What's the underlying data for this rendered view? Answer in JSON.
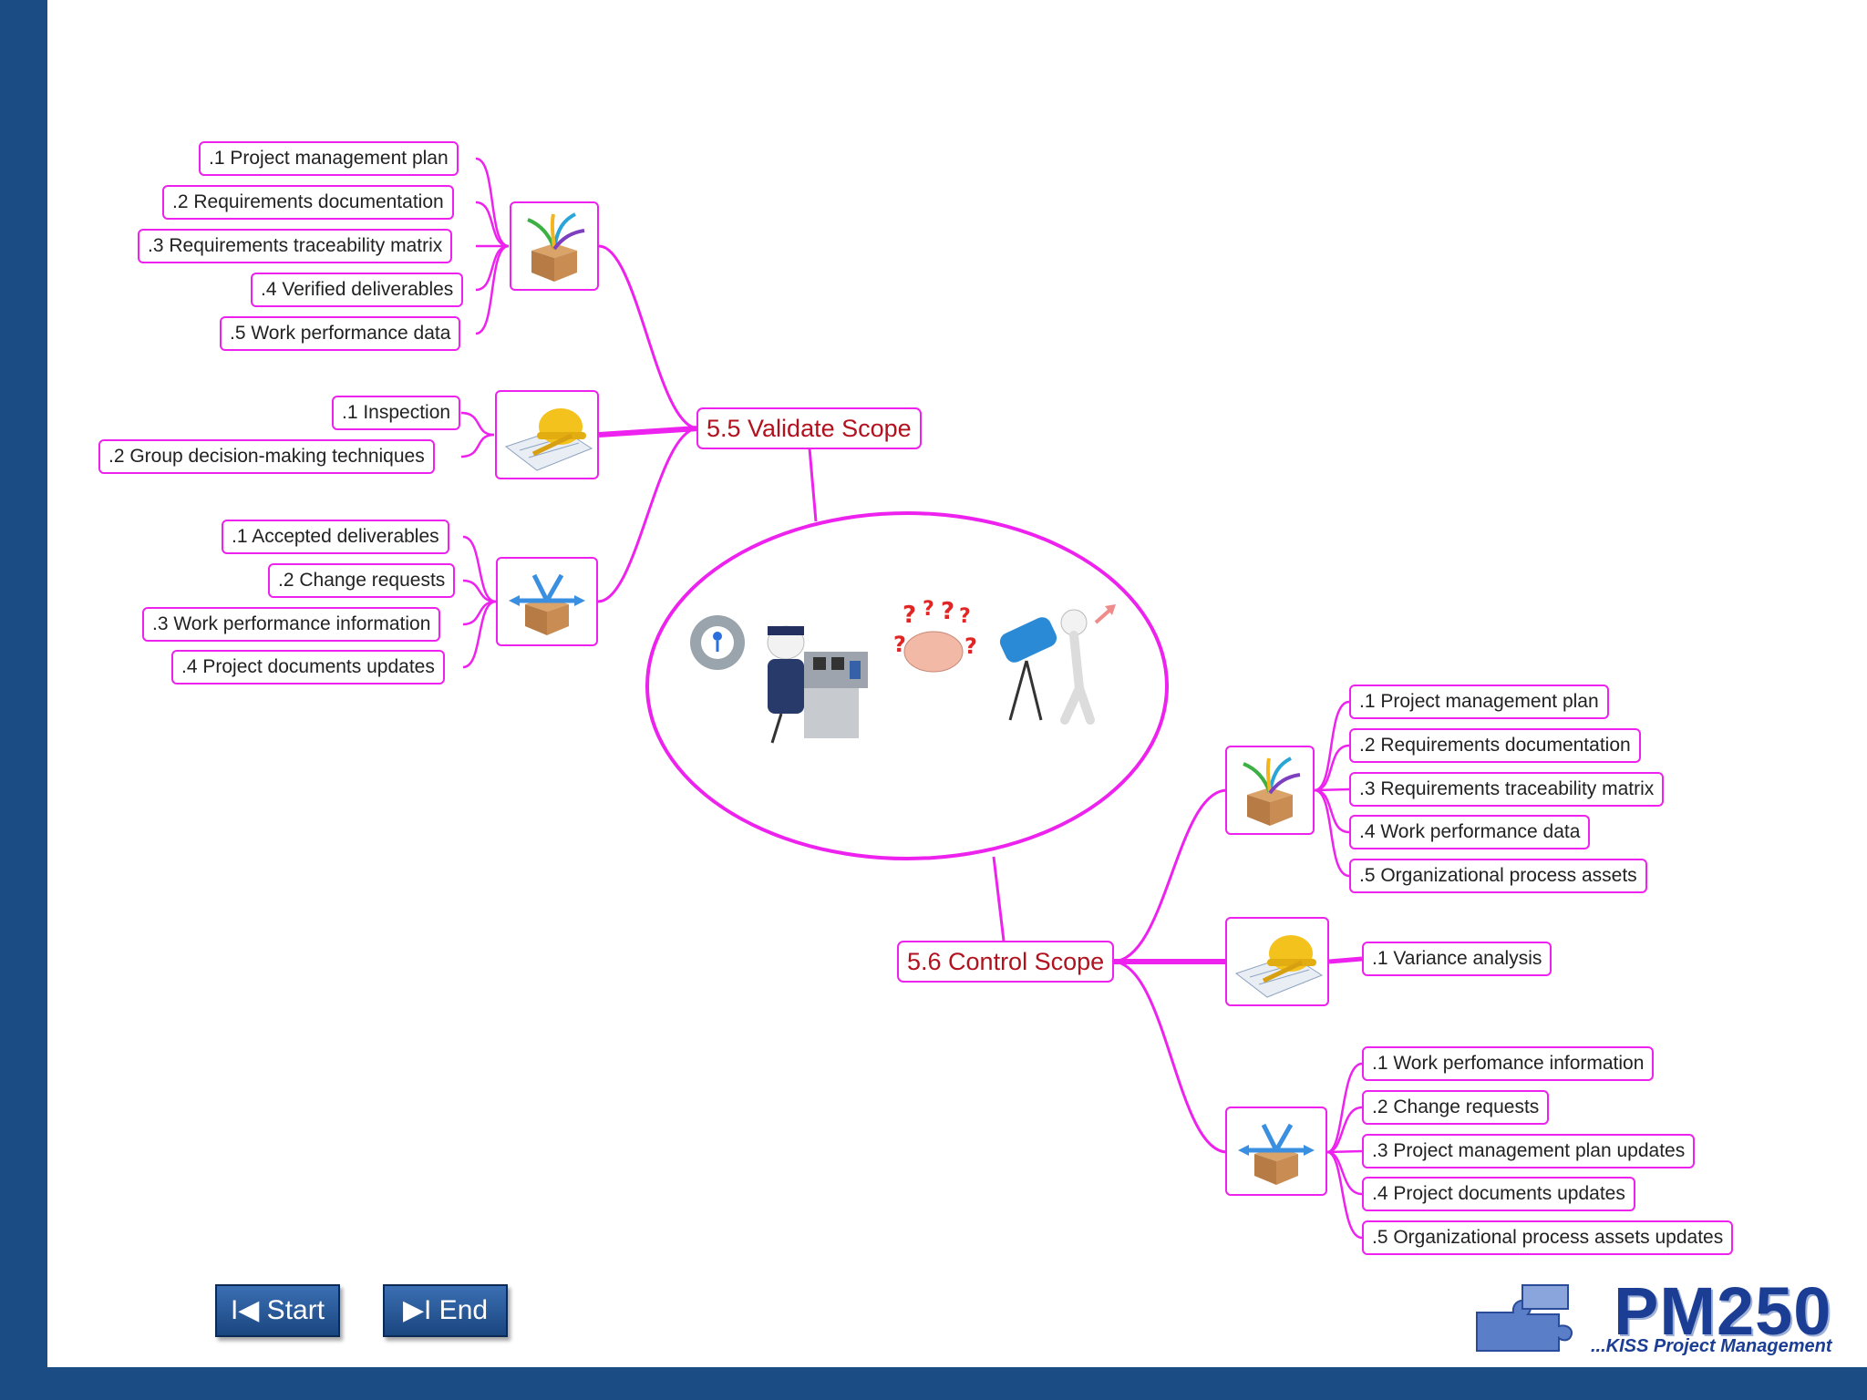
{
  "validate_scope": {
    "title": "5.5 Validate Scope",
    "inputs": [
      ".1 Project management plan",
      ".2 Requirements documentation",
      ".3 Requirements traceability matrix",
      ".4 Verified deliverables",
      ".5 Work performance data"
    ],
    "tools": [
      ".1 Inspection",
      ".2 Group decision-making techniques"
    ],
    "outputs": [
      ".1 Accepted deliverables",
      ".2 Change requests",
      ".3 Work performance information",
      ".4 Project documents updates"
    ]
  },
  "control_scope": {
    "title": "5.6 Control Scope",
    "inputs": [
      ".1 Project management plan",
      ".2 Requirements documentation",
      ".3 Requirements traceability matrix",
      ".4 Work performance data",
      ".5 Organizational process assets"
    ],
    "tools": [
      ".1 Variance analysis"
    ],
    "outputs": [
      ".1 Work perfomance information",
      ".2 Change requests",
      ".3 Project management plan updates",
      ".4 Project documents updates",
      ".5 Organizational process assets updates"
    ]
  },
  "navigation": {
    "start_label": "I◀ Start",
    "end_label": "▶I End"
  },
  "logo": {
    "name": "PM250",
    "tagline": "...KISS Project Management"
  },
  "colors": {
    "connector": "#ee22ee",
    "frame": "#1b4d84",
    "title_text": "#b1121e"
  }
}
